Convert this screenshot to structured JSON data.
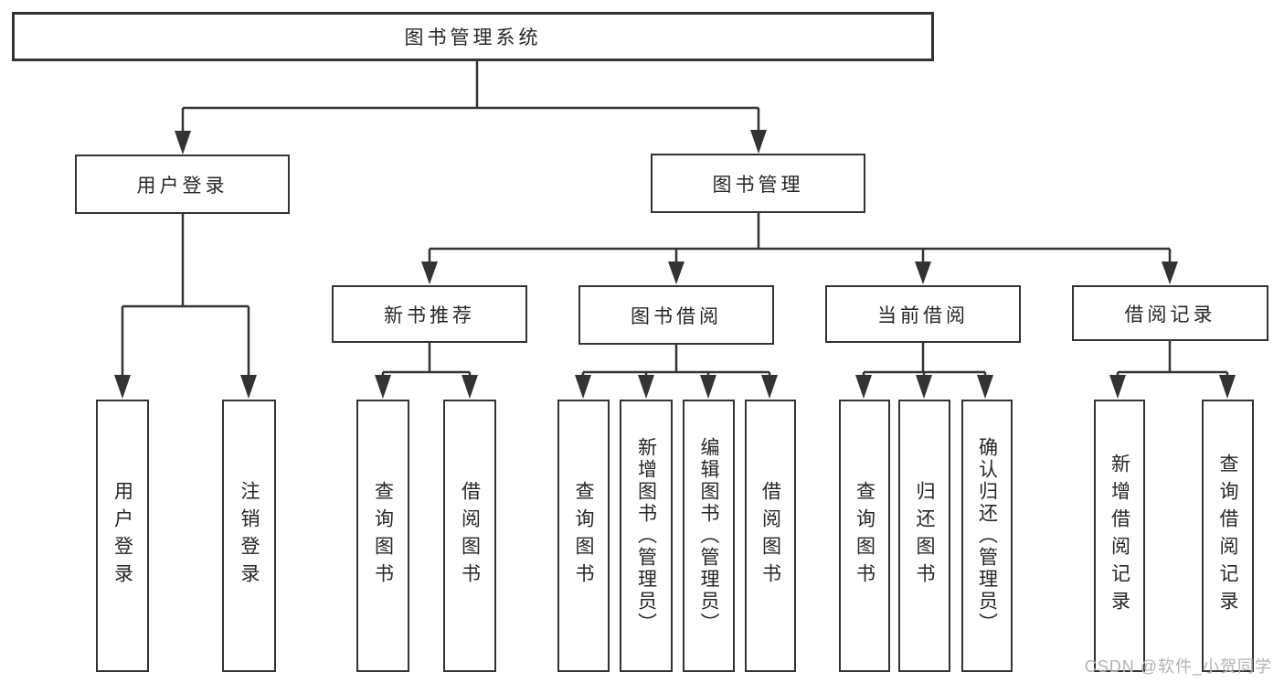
{
  "diagram": {
    "title": "图书管理系统",
    "root": {
      "label": "图书管理系统"
    },
    "level1": [
      {
        "id": "user-login",
        "label": "用户登录"
      },
      {
        "id": "book-management",
        "label": "图书管理"
      }
    ],
    "level2": [
      {
        "id": "new-book-recommend",
        "label": "新书推荐"
      },
      {
        "id": "book-borrow",
        "label": "图书借阅"
      },
      {
        "id": "current-borrow",
        "label": "当前借阅"
      },
      {
        "id": "borrow-records",
        "label": "借阅记录"
      }
    ],
    "leaves": [
      {
        "parent": "user-login",
        "label": "用户登录"
      },
      {
        "parent": "user-login",
        "label": "注销登录"
      },
      {
        "parent": "new-book-recommend",
        "label": "查询图书"
      },
      {
        "parent": "new-book-recommend",
        "label": "借阅图书"
      },
      {
        "parent": "book-borrow",
        "label": "查询图书"
      },
      {
        "parent": "book-borrow",
        "label": "新增图书（管理员）"
      },
      {
        "parent": "book-borrow",
        "label": "编辑图书（管理员）"
      },
      {
        "parent": "book-borrow",
        "label": "借阅图书"
      },
      {
        "parent": "current-borrow",
        "label": "查询图书"
      },
      {
        "parent": "current-borrow",
        "label": "归还图书"
      },
      {
        "parent": "current-borrow",
        "label": "确认归还（管理员）"
      },
      {
        "parent": "borrow-records",
        "label": "新增借阅记录"
      },
      {
        "parent": "borrow-records",
        "label": "查询借阅记录"
      }
    ]
  },
  "watermark": {
    "text": "CSDN @软件_小贺同学"
  },
  "colors": {
    "line": "#333333",
    "text": "#262626",
    "watermark": "#b3b3b3",
    "background": "#ffffff"
  }
}
